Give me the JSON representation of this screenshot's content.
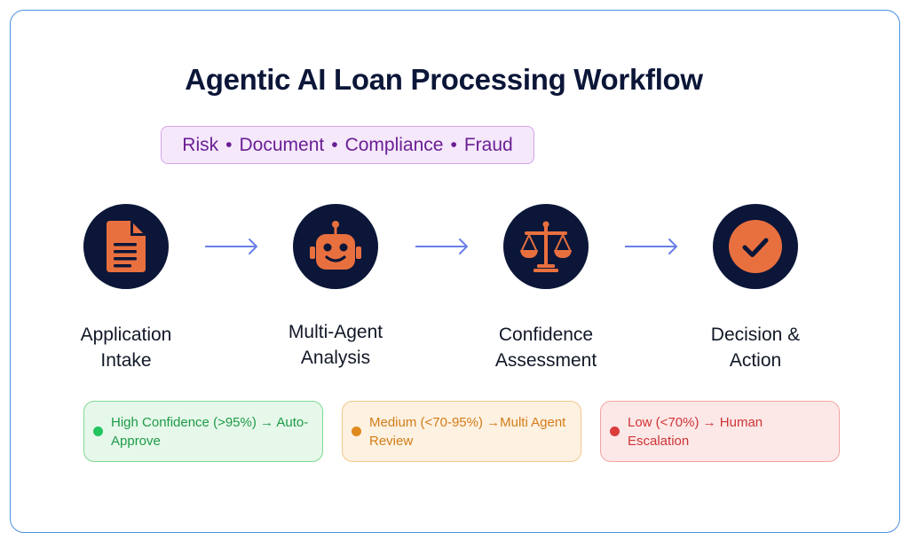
{
  "title": "Agentic AI Loan Processing Workflow",
  "agents": [
    "Risk",
    "Document",
    "Compliance",
    "Fraud"
  ],
  "agent_separator": "•",
  "steps": [
    {
      "line1": "Application",
      "line2": "Intake",
      "icon": "document-icon"
    },
    {
      "line1": "Multi-Agent",
      "line2": "Analysis",
      "icon": "robot-icon"
    },
    {
      "line1": "Confidence",
      "line2": "Assessment",
      "icon": "scales-icon"
    },
    {
      "line1": "Decision &",
      "line2": "Action",
      "icon": "checkmark-icon"
    }
  ],
  "outcomes": [
    {
      "text": "High Confidence (>95%) → Auto-Approve",
      "color": "#22c55e"
    },
    {
      "text": "Medium (<70-95%) →Multi Agent Review",
      "color": "#e08a1e"
    },
    {
      "text": "Low (<70%) → Human Escalation",
      "color": "#dc3c3c"
    }
  ],
  "colors": {
    "navy": "#0b1638",
    "accent_orange": "#e8703f",
    "arrow_blue": "#6a7fe8",
    "frame_border": "#4a90e2"
  }
}
